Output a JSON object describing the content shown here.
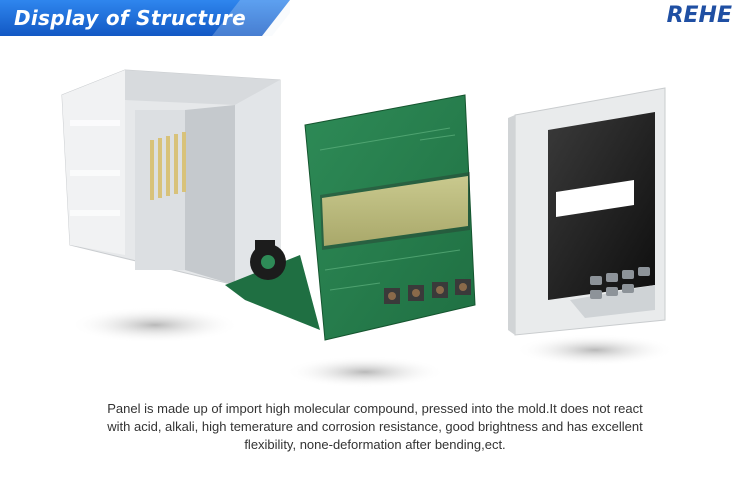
{
  "header": {
    "title": "Display of Structure",
    "logo_text": "REHE",
    "colors": {
      "title_band": "#1e6fd9",
      "logo": "#1f4fa3"
    }
  },
  "caption": {
    "lines": [
      "Panel is made up of import high molecular compound, pressed into the mold.It does not react",
      "with acid, alkali, high temerature and corrosion resistance, good brightness and has excellent",
      "flexibility, none-deformation after bending,ect."
    ]
  },
  "illustration": {
    "parts": [
      "housing",
      "circuit-board",
      "front-panel"
    ]
  }
}
